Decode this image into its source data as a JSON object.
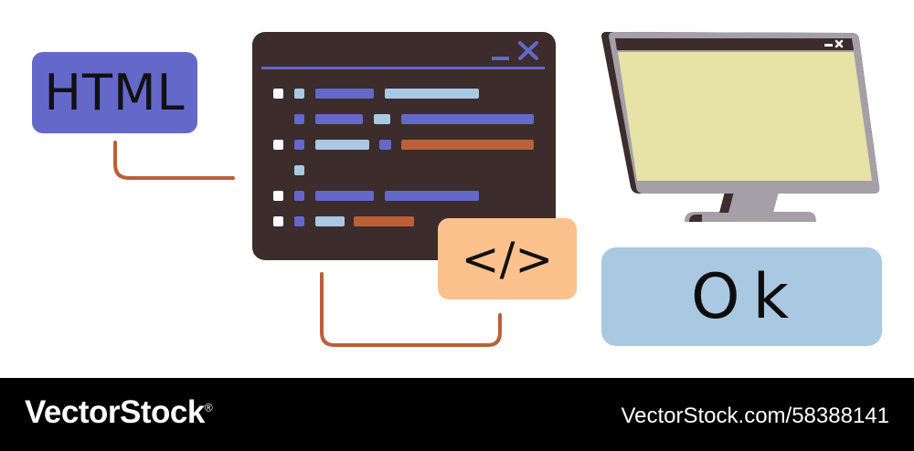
{
  "illustration": {
    "html_label": "HTML",
    "code_tag_label": "</>",
    "ok_label": "Ok",
    "window_controls": [
      "_",
      "✕"
    ],
    "monitor_controls": [
      "_",
      "✕"
    ]
  },
  "footer": {
    "brand": "VectorStock",
    "registered_mark": "®",
    "image_id": "VectorStock.com/58388141"
  },
  "colors": {
    "purple": "#6468c9",
    "dark_brown": "#3c2c2b",
    "orange_light": "#fdc18e",
    "rust": "#bc6038",
    "light_blue": "#a9c9e2",
    "screen_yellow": "#e7e2a6",
    "monitor_gray": "#a59fa8"
  }
}
